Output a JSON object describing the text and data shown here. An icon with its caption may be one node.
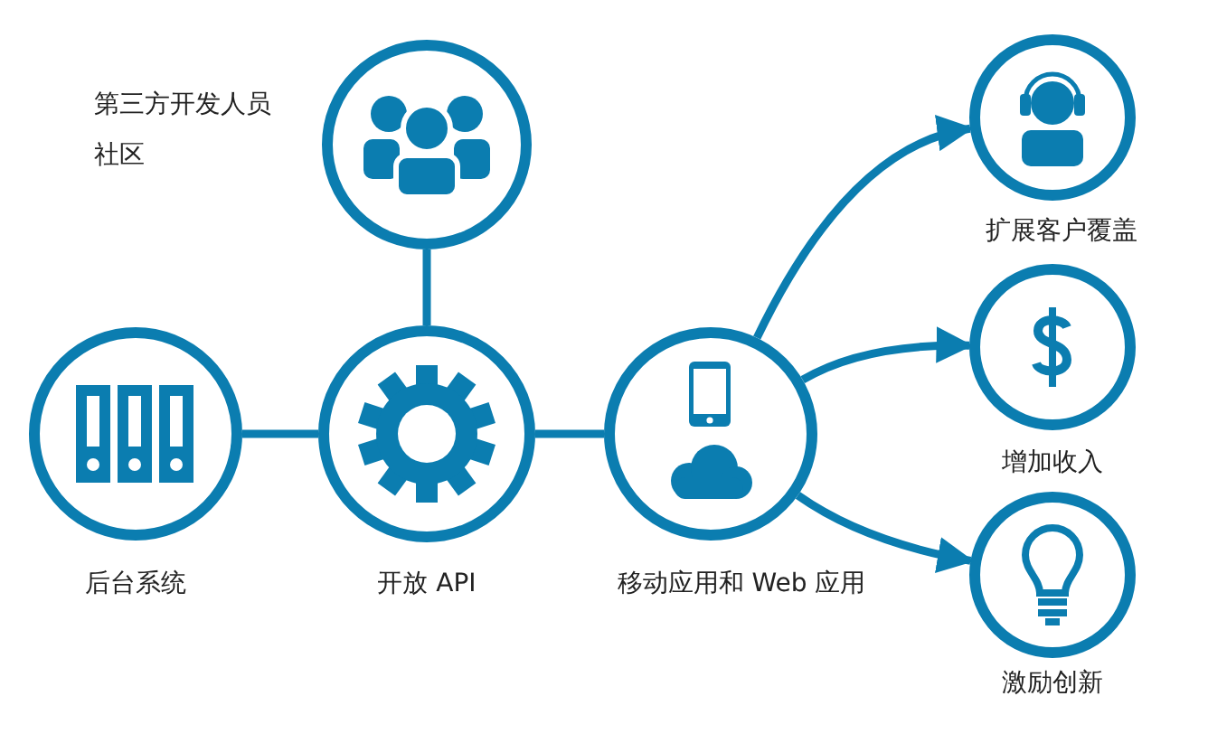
{
  "diagram": {
    "nodes": [
      {
        "text": [
          "第三方开发人员社区"
        ]
      },
      {
        "text": [
          "后台系统"
        ]
      },
      {
        "text": [
          "开放 API"
        ]
      },
      {
        "text": [
          "移动应用和 Web 应用"
        ]
      },
      {
        "text": [
          "扩展客户覆盖"
        ]
      },
      {
        "text": [
          "增加收入"
        ]
      },
      {
        "text": [
          "激励创新"
        ]
      }
    ],
    "edges": [
      {
        "from": 0,
        "to": 2,
        "arrow": "none"
      },
      {
        "from": 1,
        "to": 2,
        "arrow": "none"
      },
      {
        "from": 2,
        "to": 3,
        "arrow": "none"
      },
      {
        "from": 3,
        "to": 4,
        "arrow": "to"
      },
      {
        "from": 3,
        "to": 5,
        "arrow": "to"
      },
      {
        "from": 3,
        "to": 6,
        "arrow": "to"
      }
    ]
  }
}
